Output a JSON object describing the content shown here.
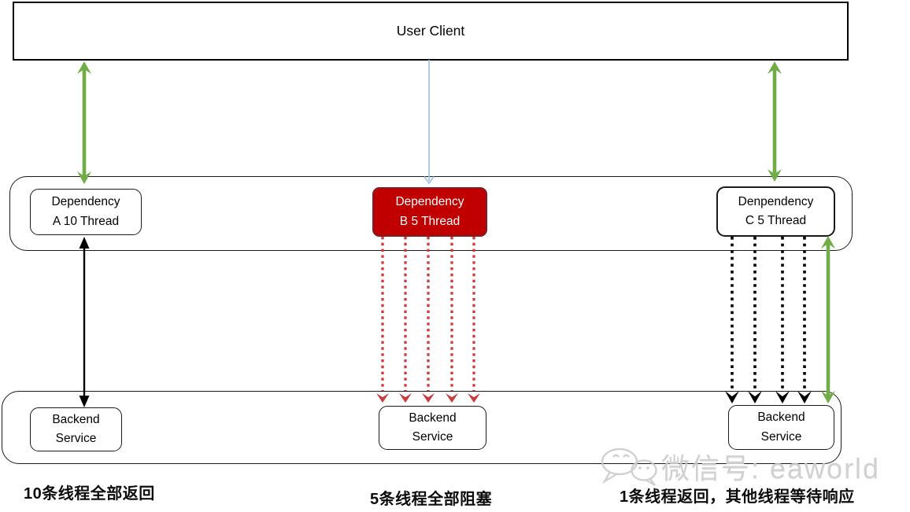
{
  "diagram": {
    "user_client": {
      "label": "User Client"
    },
    "dependencies": {
      "a": {
        "line1": "Dependency",
        "line2": "A 10 Thread"
      },
      "b": {
        "line1": "Dependency",
        "line2": "B 5 Thread"
      },
      "c": {
        "line1": "Denpendency",
        "line2": "C 5 Thread"
      }
    },
    "backends": {
      "left": {
        "line1": "Backend",
        "line2": "Service"
      },
      "middle": {
        "line1": "Backend",
        "line2": "Service"
      },
      "right": {
        "line1": "Backend",
        "line2": "Service"
      }
    },
    "captions": {
      "left": "10条线程全部返回",
      "middle": "5条线程全部阻塞",
      "right": "1条线程返回，其他线程等待响应"
    },
    "watermark": {
      "label": "微信号: eaworld"
    },
    "colors": {
      "green_arrow": "#70AD47",
      "blue_arrow": "#9DC3E6",
      "red_fill": "#C00000",
      "red_border": "#7E1E26",
      "red_dotted_arrow": "#CB3B3B",
      "black_arrow": "#000000",
      "watermark_gray": "#C9C9C9"
    }
  }
}
